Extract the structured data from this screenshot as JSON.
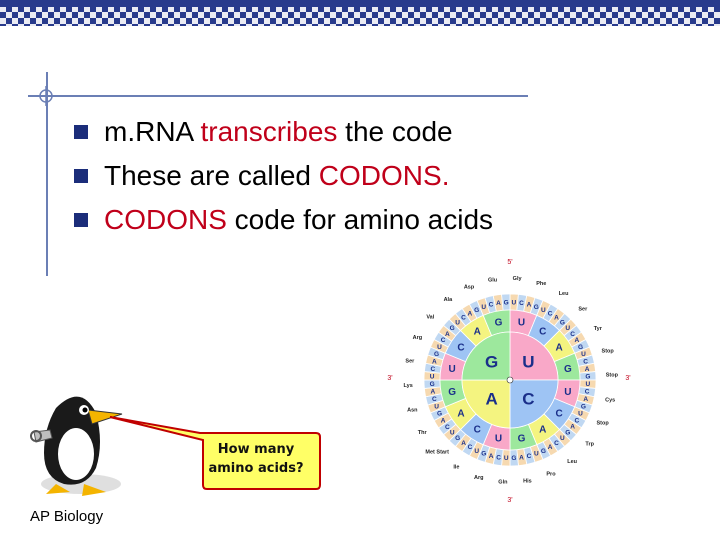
{
  "slide": {
    "bullets": [
      {
        "pre": "m.RNA ",
        "hl": "transcribes",
        "post": " the code"
      },
      {
        "pre": "These are called ",
        "hl": "CODONS.",
        "post": ""
      },
      {
        "pre": "",
        "hl": "CODONS",
        "post": " code for amino acids"
      }
    ],
    "highlight_color": "#c0001a",
    "bubble_line1": "How many",
    "bubble_line2": "amino acids?",
    "footer": "AP Biology"
  },
  "wheel": {
    "inner": [
      "G",
      "U",
      "A",
      "C"
    ],
    "amino_acids": [
      "Gly",
      "Phe",
      "Leu",
      "Ser",
      "Tyr",
      "Stop",
      "Stop",
      "Cys",
      "Stop",
      "Trp",
      "Leu",
      "Pro",
      "His",
      "Gln",
      "Arg",
      "Ile",
      "Met Start",
      "Thr",
      "Asn",
      "Lys",
      "Ser",
      "Arg",
      "Val",
      "Ala",
      "Asp",
      "Glu"
    ],
    "prime_labels": [
      "5'",
      "3'",
      "3'",
      "3'"
    ],
    "colors": {
      "G": "#9de89d",
      "U": "#f9a8c8",
      "A": "#f4f480",
      "C": "#9ec4f4",
      "ring1": "#c0d8f2",
      "ring2": "#f6d9b0"
    }
  }
}
